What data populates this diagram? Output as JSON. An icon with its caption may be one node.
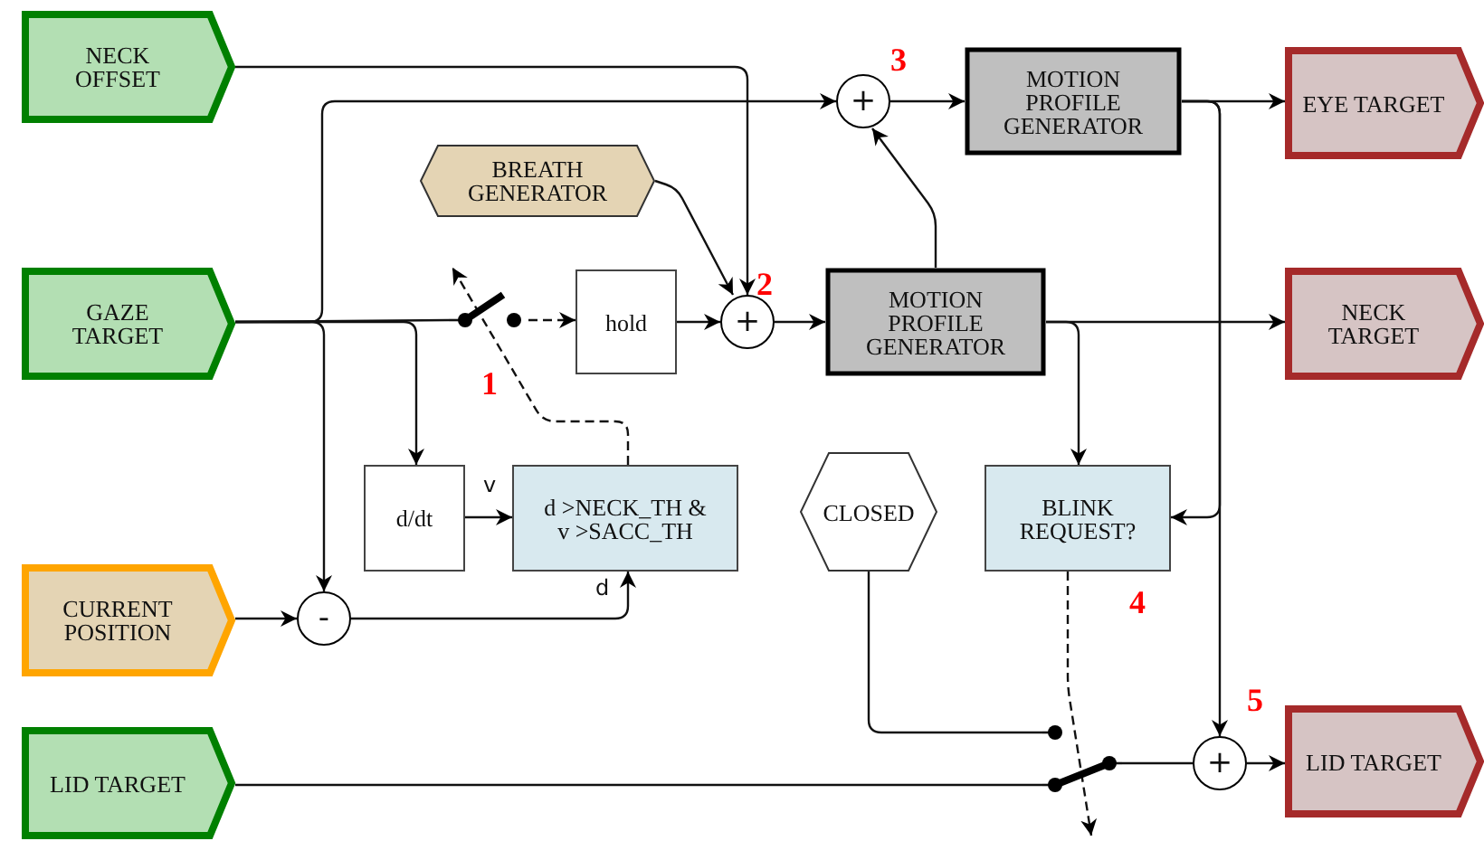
{
  "diagram": {
    "nodes": [
      {
        "text": [
          "NECK OFFSET"
        ]
      },
      {
        "text": [
          "GAZE TARGET"
        ]
      },
      {
        "text": [
          "CURRENT POSITION"
        ]
      },
      {
        "text": [
          "LID TARGET"
        ]
      },
      {
        "text": [
          "BREATH GENERATOR"
        ]
      },
      {
        "text": [],
        "shape": "switch"
      },
      {
        "text": [
          "hold"
        ]
      },
      {
        "text": [
          "+"
        ],
        "beside": [
          "2"
        ]
      },
      {
        "text": [
          "+"
        ],
        "beside": [
          "3"
        ]
      },
      {
        "text": [
          "MOTION PROFILE GENERATOR"
        ]
      },
      {
        "text": [
          "MOTION PROFILE GENERATOR"
        ]
      },
      {
        "text": [
          "EYE TARGET"
        ]
      },
      {
        "text": [
          "NECK TARGET"
        ]
      },
      {
        "text": [
          "d/dt"
        ]
      },
      {
        "text": [
          "d >NECK_TH & v >SACC_TH"
        ]
      },
      {
        "text": [
          "-"
        ]
      },
      {
        "text": [
          "CLOSED"
        ]
      },
      {
        "text": [
          "BLINK REQUEST?"
        ],
        "beside": [
          "4"
        ]
      },
      {
        "text": [],
        "shape": "switch"
      },
      {
        "text": [
          "+"
        ],
        "beside": [
          "5"
        ]
      },
      {
        "text": [
          "LID TARGET"
        ]
      }
    ],
    "edges": [
      {
        "from": 0,
        "to": 7,
        "arrow": "to"
      },
      {
        "from": 1,
        "to": 8,
        "arrow": "to"
      },
      {
        "from": 1,
        "to": 5,
        "arrow": "none"
      },
      {
        "from": 5,
        "to": 6,
        "arrow": "to",
        "style": "dashed"
      },
      {
        "from": 6,
        "to": 7,
        "arrow": "to"
      },
      {
        "from": 4,
        "to": 7,
        "arrow": "to"
      },
      {
        "from": 7,
        "to": 10,
        "arrow": "to"
      },
      {
        "from": 10,
        "to": 8,
        "arrow": "to"
      },
      {
        "from": 8,
        "to": 9,
        "arrow": "to"
      },
      {
        "from": 9,
        "to": 11,
        "arrow": "to"
      },
      {
        "from": 10,
        "to": 12,
        "arrow": "to"
      },
      {
        "from": 1,
        "to": 13,
        "arrow": "to"
      },
      {
        "from": 1,
        "to": 15,
        "arrow": "to"
      },
      {
        "from": 2,
        "to": 15,
        "arrow": "to"
      },
      {
        "from": 13,
        "to": 14,
        "arrow": "to",
        "label": "v"
      },
      {
        "from": 15,
        "to": 14,
        "arrow": "to",
        "label": "d"
      },
      {
        "from": 14,
        "to": 5,
        "arrow": "to",
        "style": "dashed"
      },
      {
        "from": 10,
        "to": 17,
        "arrow": "to"
      },
      {
        "from": 9,
        "to": 17,
        "arrow": "to"
      },
      {
        "from": 9,
        "to": 19,
        "arrow": "to"
      },
      {
        "from": 16,
        "to": 18,
        "arrow": "none"
      },
      {
        "from": 3,
        "to": 18,
        "arrow": "none"
      },
      {
        "from": 18,
        "to": 19,
        "arrow": "none"
      },
      {
        "from": 19,
        "to": 20,
        "arrow": "to"
      },
      {
        "from": 17,
        "to": 18,
        "arrow": "to",
        "style": "dashed"
      }
    ],
    "labels": [
      "1"
    ]
  }
}
